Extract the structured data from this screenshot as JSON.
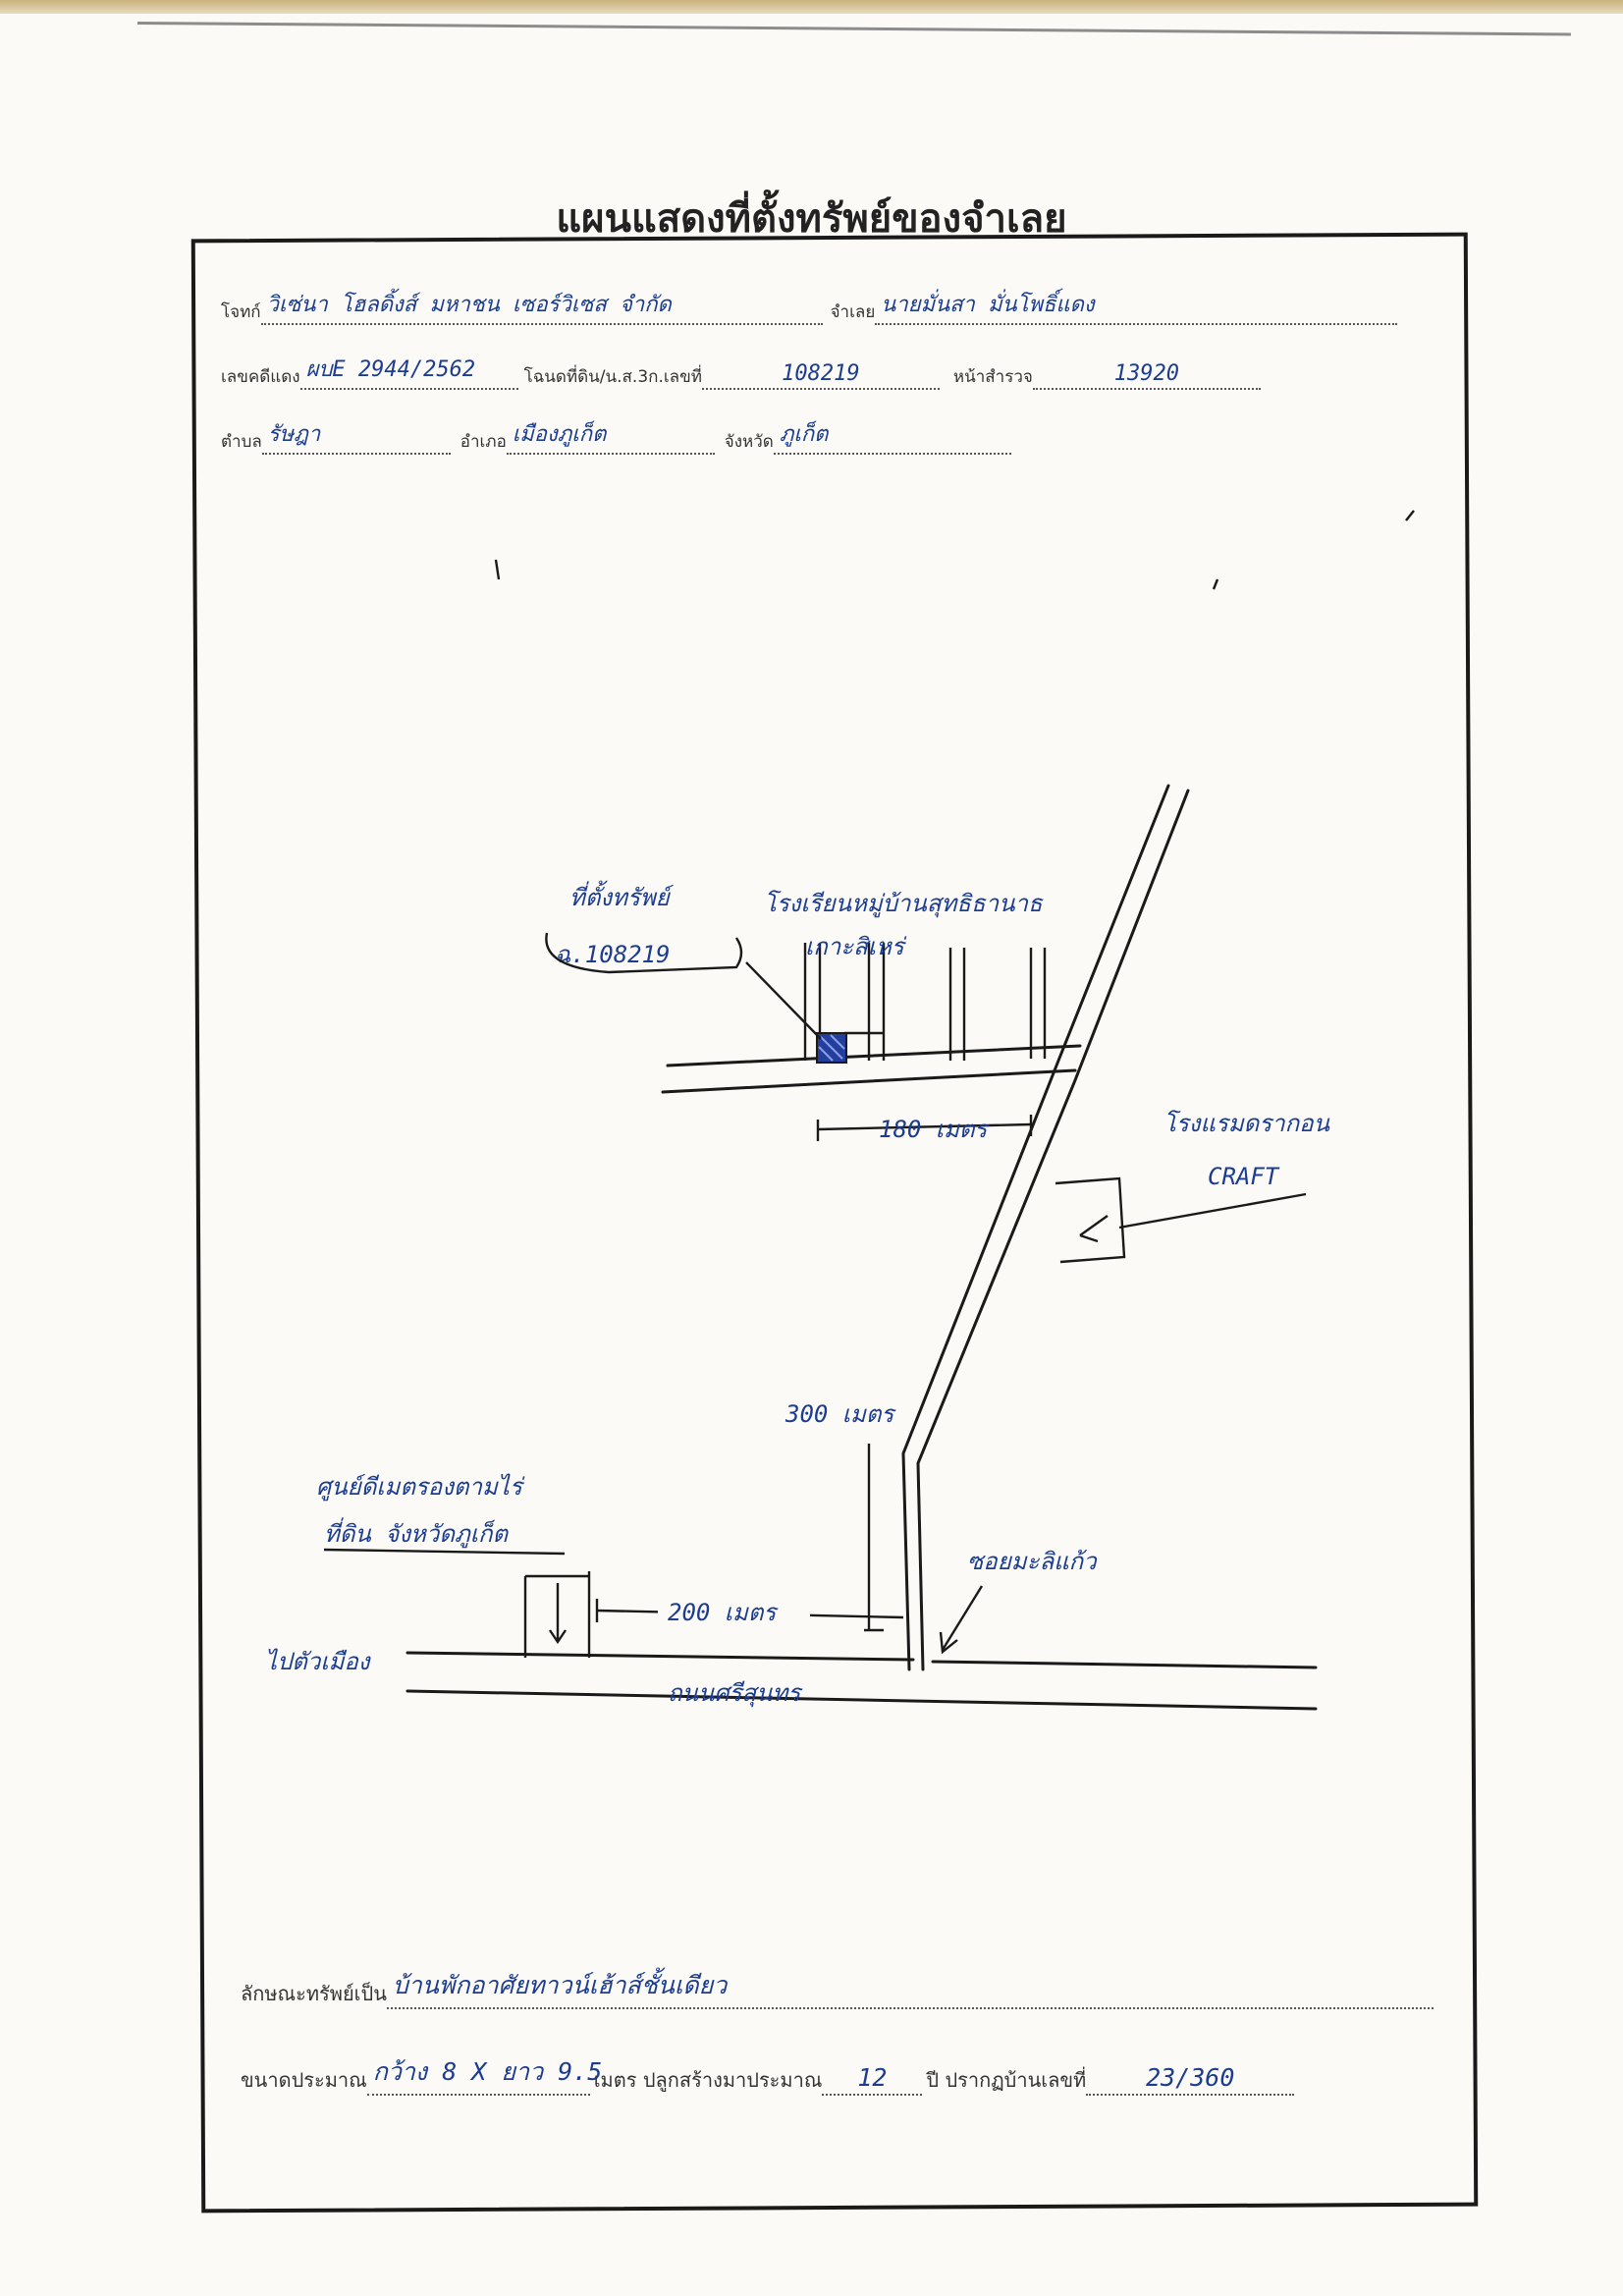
{
  "document": {
    "title": "แผนแสดงที่ตั้งทรัพย์ของจำเลย"
  },
  "header_fields": {
    "plaintiff_label": "โจทก์",
    "plaintiff_value": "วิเซ่นา โฮลดิ้งส์ มหาชน เซอร์วิเซส จำกัด",
    "defendant_label": "จำเลย",
    "defendant_value": "นายมั่นสา มั่นโพธิ์แดง",
    "case_no_label": "เลขคดีแดง",
    "case_no_value": "ผบE 2944/2562",
    "deed_label": "โฉนดที่ดิน/น.ส.3ก.เลขที่",
    "deed_value": "108219",
    "survey_page_label": "หน้าสำรวจ",
    "survey_page_value": "13920",
    "subdistrict_label": "ตำบล",
    "subdistrict_value": "รัษฎา",
    "district_label": "อำเภอ",
    "district_value": "เมืองภูเก็ต",
    "province_label": "จังหวัด",
    "province_value": "ภูเก็ต"
  },
  "map_labels": {
    "property_location": "ที่ตั้งทรัพย์",
    "deed_ref": "ฉ.108219",
    "school": "โรงเรียนหมู่บ้านสุทธิธานาธ",
    "school_sub": "เกาะสิเหร่",
    "hotel": "โรงแรมดรากอน",
    "hotel_sub": "CRAFT",
    "dist_180": "180 เมตร",
    "dist_300": "300 เมตร",
    "dist_200": "200 เมตร",
    "center_label": "ศูนย์ดีเมตรองตามไร่",
    "center_sub": "ที่ดิน จังหวัดภูเก็ต",
    "soi_label": "ซอยมะลิแก้ว",
    "to_town": "ไปตัวเมือง",
    "main_road": "ถนนศรีสุนทร"
  },
  "bottom_fields": {
    "type_label": "ลักษณะทรัพย์เป็น",
    "type_value": "บ้านพักอาศัยทาวน์เฮ้าส์ชั้นเดียว",
    "size_label": "ขนาดประมาณ",
    "size_value": "กว้าง 8 X ยาว 9.5",
    "meter_label": "เมตร ปลูกสร้างมาประมาณ",
    "age_value": "12",
    "year_label": "ปี ปรากฏบ้านเลขที่",
    "house_no_value": "23/360"
  },
  "colors": {
    "ink_blue": "#1c3d8f",
    "ink_black": "#1a1a1a",
    "paper": "#fbfaf6"
  }
}
